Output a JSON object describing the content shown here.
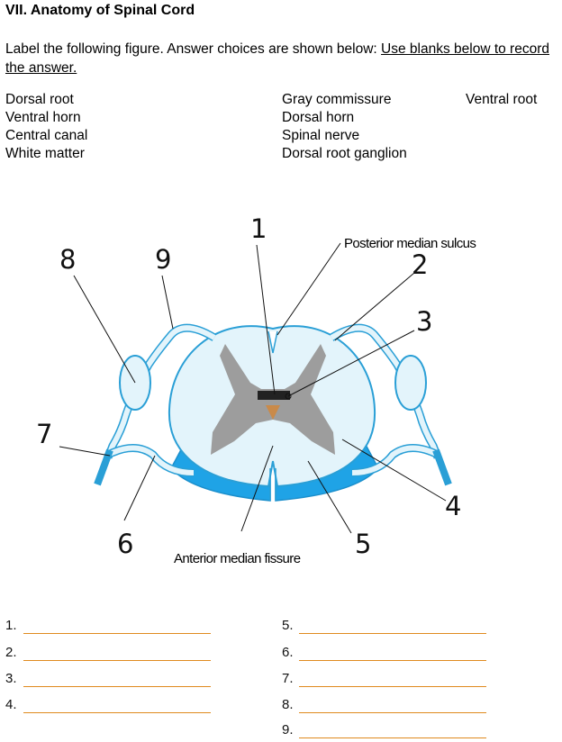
{
  "title": "VII. Anatomy of Spinal Cord",
  "instructions": {
    "plain": "Label the following figure. Answer choices are shown below: ",
    "underlined": "Use blanks below to record the answer."
  },
  "choices": {
    "col1": [
      "Dorsal root",
      "Ventral horn",
      "Central canal",
      "White matter"
    ],
    "col2": [
      "Gray commissure",
      "Dorsal horn",
      "Spinal nerve",
      "Dorsal root ganglion"
    ],
    "col3": [
      "Ventral root"
    ]
  },
  "figure": {
    "label_posterior": "Posterior median sulcus",
    "label_anterior": "Anterior median fissure",
    "numbers": [
      "1",
      "2",
      "3",
      "4",
      "5",
      "6",
      "7",
      "8",
      "9"
    ]
  },
  "answers": [
    "1.",
    "2.",
    "3.",
    "4.",
    "5.",
    "6.",
    "7.",
    "8.",
    "9."
  ],
  "colors": {
    "answer_line": "#e08a1e",
    "white_matter": "#d6effa",
    "outline": "#2a9fd6",
    "gray_matter": "#9a9a9a",
    "ventral": "#2aa8e8"
  }
}
